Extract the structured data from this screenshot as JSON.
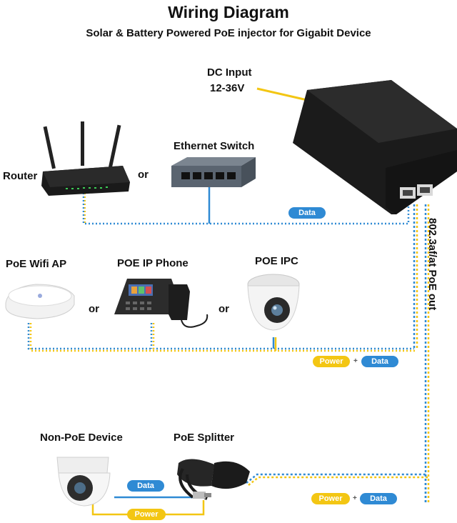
{
  "header": {
    "title": "Wiring Diagram",
    "subtitle": "Solar & Battery Powered PoE injector for Gigabit Device"
  },
  "injector": {
    "dc_input_line1": "DC Input",
    "dc_input_line2": "12-36V",
    "poe_out_label": "802.3af/at PoE out"
  },
  "devices": {
    "router": "Router",
    "ethernet_switch": "Ethernet Switch",
    "poe_wifi_ap": "PoE Wifi AP",
    "poe_ip_phone": "POE IP Phone",
    "poe_ipc": "POE IPC",
    "non_poe_device": "Non-PoE Device",
    "poe_splitter": "PoE Splitter"
  },
  "connectors": {
    "or": "or"
  },
  "tags": {
    "data": "Data",
    "power": "Power",
    "plus": "+"
  },
  "colors": {
    "data_line": "#2f8ad4",
    "power_line": "#f3c613",
    "device_dark": "#1c1c1c"
  }
}
